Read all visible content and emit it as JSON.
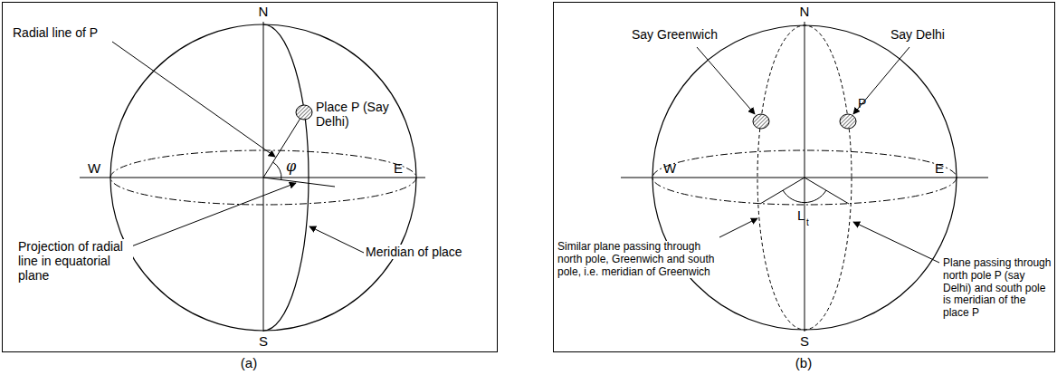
{
  "diagram": {
    "labels": [
      "N",
      "W",
      "E",
      "S",
      "Radial line of P",
      "Place P (Say Delhi)",
      "φ",
      "Projection of radial line in equatorial plane",
      "Meridian of place",
      "(a)",
      "N",
      "W",
      "E",
      "S",
      "Say Greenwich",
      "Say Delhi",
      "P",
      "L",
      "t",
      "Similar plane passing through north pole, Greenwich and south pole, i.e. meridian of Greenwich",
      "Plane passing through north pole P (say Delhi) and south pole is meridian of the place P",
      "(b)"
    ]
  }
}
